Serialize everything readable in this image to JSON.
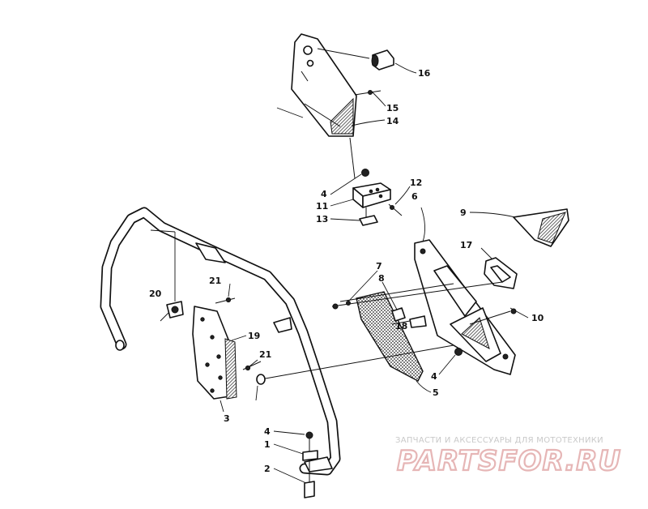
{
  "diagram": {
    "callouts": {
      "c1": "1",
      "c2": "2",
      "c3": "3",
      "c4a": "4",
      "c4b": "4",
      "c4c": "4",
      "c5": "5",
      "c6": "6",
      "c7": "7",
      "c8": "8",
      "c9": "9",
      "c10": "10",
      "c11": "11",
      "c12": "12",
      "c13": "13",
      "c14": "14",
      "c15": "15",
      "c16": "16",
      "c17": "17",
      "c18": "18",
      "c19": "19",
      "c20": "20",
      "c21a": "21",
      "c21b": "21"
    }
  },
  "watermark": {
    "tagline": "ЗАПЧАСТИ И АКСЕССУАРЫ ДЛЯ МОТОТЕХНИКИ",
    "logo": "PARTSFOR.RU"
  },
  "colors": {
    "ink": "#111111",
    "watermark_text": "#c9c9c9",
    "watermark_logo": "#e6b6b6"
  }
}
